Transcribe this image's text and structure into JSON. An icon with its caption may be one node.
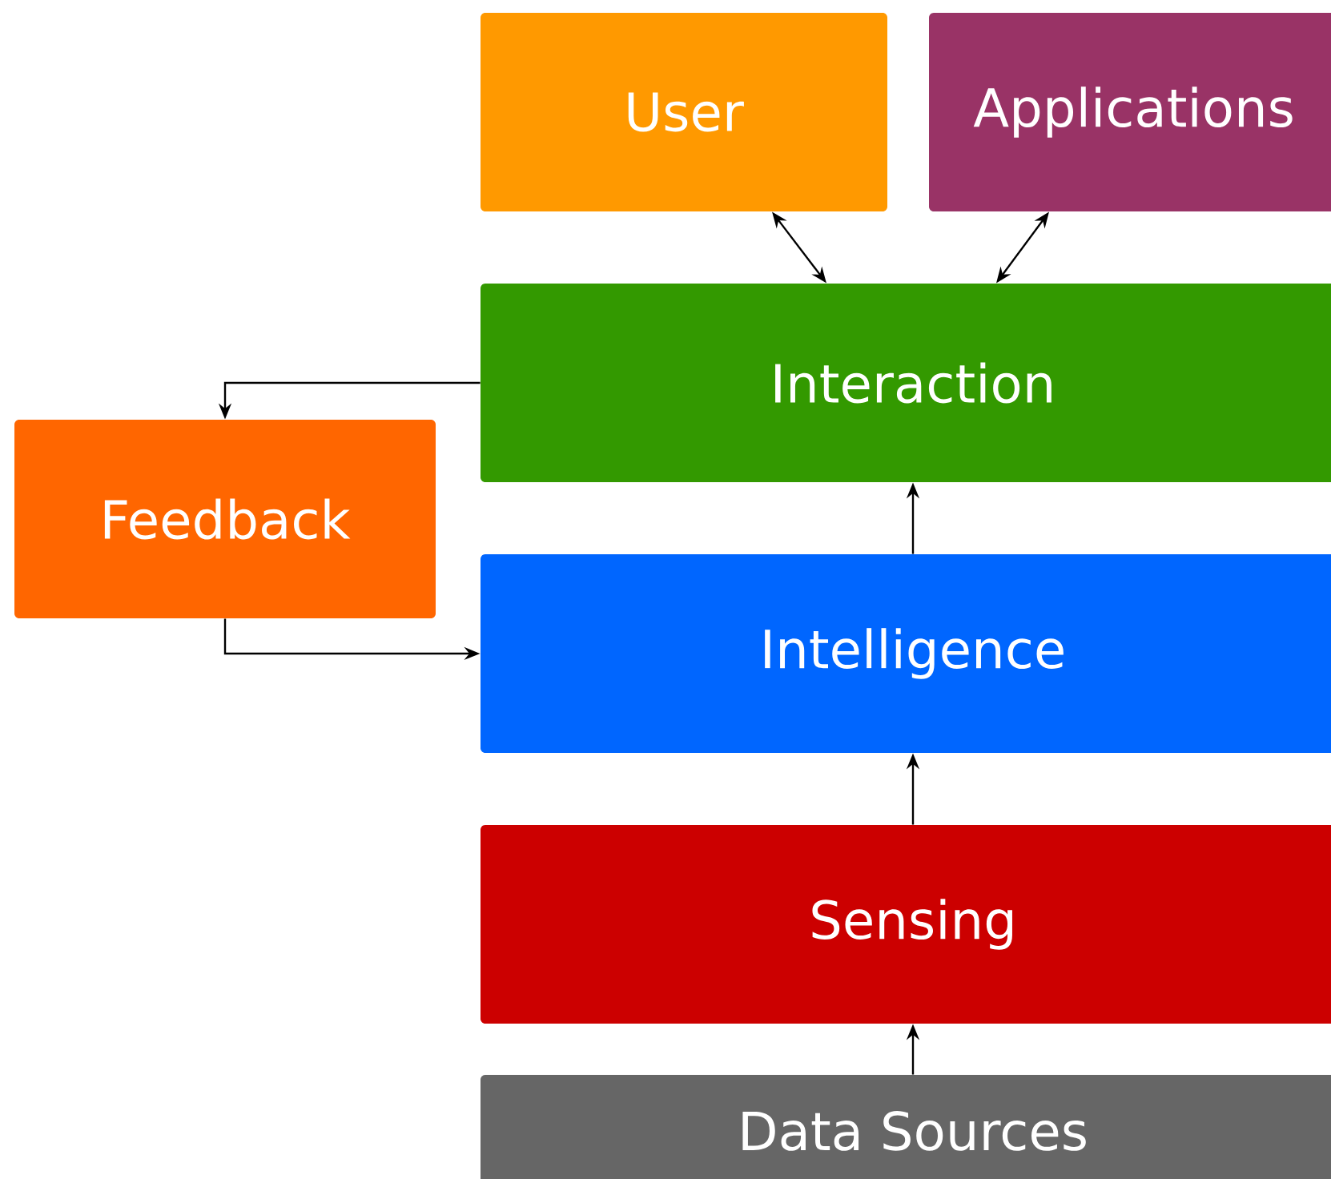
{
  "diagram": {
    "nodes": [
      {
        "text": [
          "User"
        ]
      },
      {
        "text": [
          "Applications"
        ]
      },
      {
        "text": [
          "Interaction"
        ]
      },
      {
        "text": [
          "Feedback"
        ]
      },
      {
        "text": [
          "Intelligence"
        ]
      },
      {
        "text": [
          "Sensing"
        ]
      },
      {
        "text": [
          "Data Sources"
        ]
      }
    ],
    "edges": [
      {
        "from": 0,
        "to": 2,
        "arrow": "both"
      },
      {
        "from": 1,
        "to": 2,
        "arrow": "both"
      },
      {
        "from": 2,
        "to": 3,
        "arrow": "to"
      },
      {
        "from": 3,
        "to": 4,
        "arrow": "to"
      },
      {
        "from": 4,
        "to": 2,
        "arrow": "to"
      },
      {
        "from": 5,
        "to": 4,
        "arrow": "to"
      },
      {
        "from": 6,
        "to": 5,
        "arrow": "to"
      }
    ]
  }
}
